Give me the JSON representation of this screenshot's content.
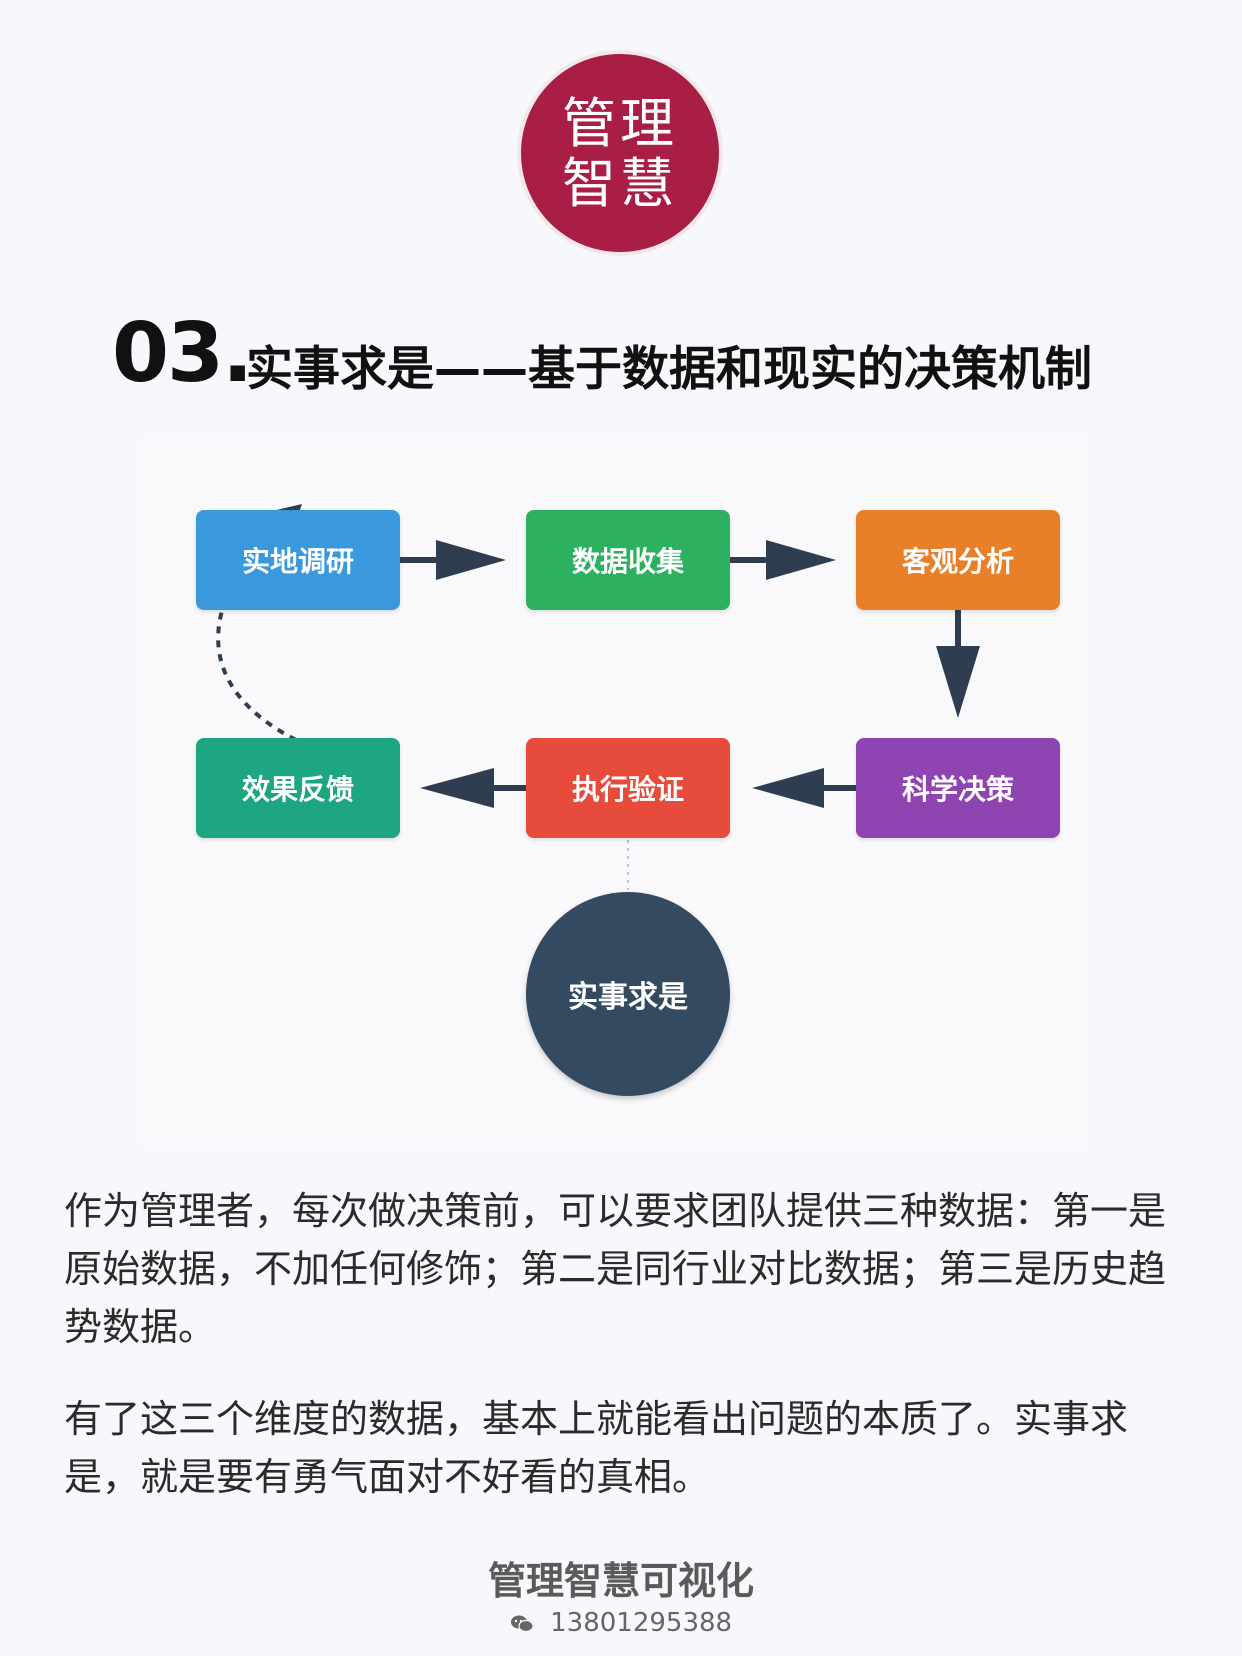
{
  "logo": {
    "line1": "管理",
    "line2": "智慧",
    "color": "#a91e45"
  },
  "title": {
    "number": "03.",
    "text": "实事求是——基于数据和现实的决策机制"
  },
  "diagram": {
    "nodes": [
      {
        "id": "field-research",
        "label": "实地调研",
        "color": "#3a98dc"
      },
      {
        "id": "data-collection",
        "label": "数据收集",
        "color": "#2bb15f"
      },
      {
        "id": "objective-analysis",
        "label": "客观分析",
        "color": "#e8802a"
      },
      {
        "id": "scientific-decision",
        "label": "科学决策",
        "color": "#8f45b1"
      },
      {
        "id": "execution-verification",
        "label": "执行验证",
        "color": "#e64b3b"
      },
      {
        "id": "effect-feedback",
        "label": "效果反馈",
        "color": "#1ea682"
      }
    ],
    "center": {
      "label": "实事求是",
      "color": "#334a60"
    },
    "edges": [
      {
        "from": "field-research",
        "to": "data-collection"
      },
      {
        "from": "data-collection",
        "to": "objective-analysis"
      },
      {
        "from": "objective-analysis",
        "to": "scientific-decision"
      },
      {
        "from": "scientific-decision",
        "to": "execution-verification"
      },
      {
        "from": "execution-verification",
        "to": "effect-feedback"
      },
      {
        "from": "effect-feedback",
        "to": "field-research",
        "style": "dashed"
      }
    ],
    "arrow_color": "#2e3e50"
  },
  "paragraphs": {
    "p1": "作为管理者，每次做决策前，可以要求团队提供三种数据：第一是原始数据，不加任何修饰；第二是同行业对比数据；第三是历史趋势数据。",
    "p2": "有了这三个维度的数据，基本上就能看出问题的本质了。实事求是，就是要有勇气面对不好看的真相。"
  },
  "footer": {
    "brand": "管理智慧可视化",
    "phone": "13801295388",
    "icon": "wechat-icon"
  }
}
